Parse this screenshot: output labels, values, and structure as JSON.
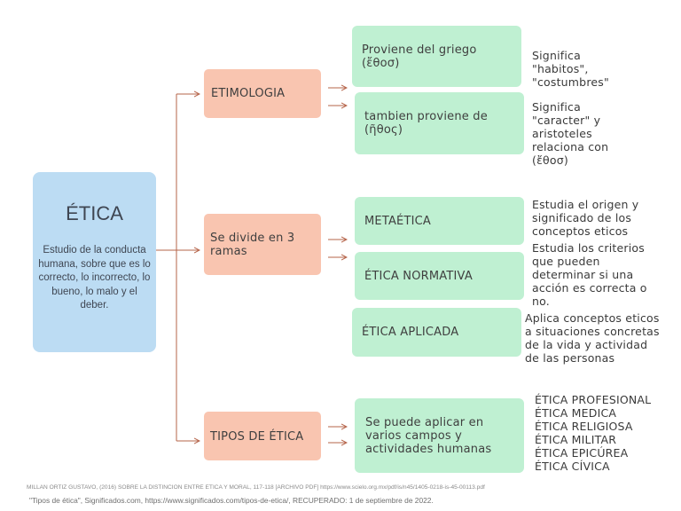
{
  "main": {
    "title": "ÉTICA",
    "description": "Estudio de la conducta humana, sobre que es lo correcto, lo incorrecto, lo bueno, lo malo y el deber."
  },
  "branches": {
    "etimologia": {
      "label": "ETIMOLOGIA",
      "items": [
        {
          "text": "Proviene del griego (ἔθοσ)",
          "note": "Significa\n\"habitos\",\n\"costumbres\""
        },
        {
          "text": "tambien proviene de (ῆθος)",
          "note": "Significa\n\"caracter\" y\naristoteles\nrelaciona con\n(ἔθοσ)"
        }
      ]
    },
    "ramas": {
      "label": "Se divide en 3 ramas",
      "items": [
        {
          "text": "METAÉTICA",
          "note": "Estudia el origen y\nsignificado de los\nconceptos eticos"
        },
        {
          "text": "ÉTICA NORMATIVA",
          "note": "Estudia los criterios\nque pueden\ndeterminar si una\nacción es correcta o\nno."
        },
        {
          "text": "ÉTICA APLICADA",
          "note": "Aplica conceptos eticos\na situaciones concretas\nde la vida y actividad\nde las personas"
        }
      ]
    },
    "tipos": {
      "label": "TIPOS DE ÉTICA",
      "items": [
        {
          "text": "Se puede aplicar en varios campos y actividades humanas",
          "note": "ÉTICA PROFESIONAL\nÉTICA MEDICA\nÉTICA RELIGIOSA\nÉTICA MILITAR\nÉTICA EPICÚREA\nÉTICA CÍVICA"
        }
      ]
    }
  },
  "references": [
    "MILLAN ORTIZ GUSTAVO, (2016) SOBRE LA DISTINCION ENTRE ETICA Y MORAL, 117-118 [ARCHIVO PDF] https://www.scielo.org.mx/pdf/is/n45/1405-0218-is-45-00113.pdf",
    "\"Tipos de ética\", Significados.com, https://www.significados.com/tipos-de-etica/, RECUPERADO: 1 de septiembre de 2022."
  ],
  "colors": {
    "main": "#bcdcf3",
    "branch": "#f9c5b0",
    "leaf": "#bff0d2",
    "connector": "#b5644a"
  }
}
